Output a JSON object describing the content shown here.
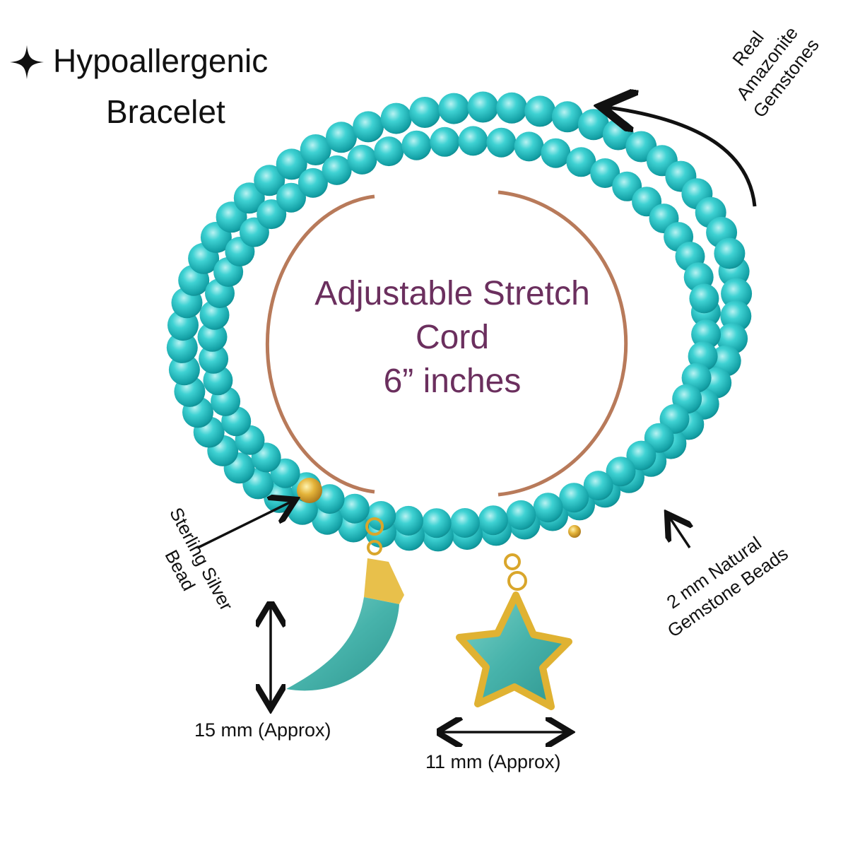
{
  "title": {
    "line1": "Hypoallergenic",
    "line2": "Bracelet"
  },
  "center_label": {
    "line1": "Adjustable Stretch",
    "line2": "Cord",
    "line3": "6” inches"
  },
  "annotations": {
    "gemstones": {
      "line1": "Real",
      "line2": "Amazonite",
      "line3": "Gemstones"
    },
    "sterling": {
      "line1": "Sterling Silver",
      "line2": "Bead"
    },
    "beads": {
      "line1": "2 mm Natural",
      "line2": "Gemstone Beads"
    },
    "moon_size": "15 mm (Approx)",
    "star_size": "11 mm (Approx)"
  },
  "colors": {
    "bead": "#2ec4c6",
    "bead_dark": "#15a3a8",
    "bead_light": "#8fe6e6",
    "gold": "#d9a62b",
    "ring": "#b87a5a",
    "label_purple": "#6b2f5e"
  },
  "icons": [
    "sparkle-icon",
    "arrow-icon"
  ]
}
